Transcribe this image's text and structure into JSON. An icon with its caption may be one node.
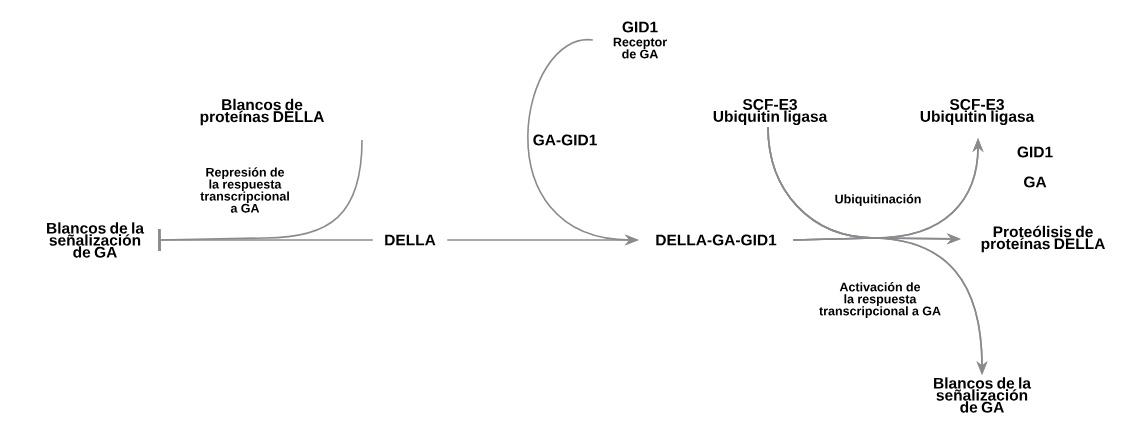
{
  "diagram": {
    "nodes": [
      {
        "text": [
          "Blancos de proteínas DELLA"
        ]
      },
      {
        "text": [
          "Blancos de la señalización de GA"
        ]
      },
      {
        "text": [
          "DELLA"
        ]
      },
      {
        "text": [
          "GID1",
          "Receptor de GA"
        ]
      },
      {
        "text": [
          "DELLA-GA-GID1"
        ]
      },
      {
        "text": [
          "SCF-E3 Ubiquitin ligasa"
        ]
      },
      {
        "text": [
          "SCF-E3 Ubiquitin ligasa"
        ]
      },
      {
        "text": [
          "Proteólisis de proteínas DELLA"
        ]
      },
      {
        "text": [
          "Blancos de la señalización de GA"
        ]
      }
    ],
    "edges": [
      {
        "from": 0,
        "to": 1,
        "arrow": "other",
        "label": "Represión de la respuesta transcripcional a GA"
      },
      {
        "from": 2,
        "to": 1,
        "arrow": "other"
      },
      {
        "from": 2,
        "to": 4,
        "arrow": "to"
      },
      {
        "from": 3,
        "to": 4,
        "arrow": "to",
        "label": "GA-GID1"
      },
      {
        "from": 4,
        "to": 6,
        "arrow": "to"
      },
      {
        "from": 4,
        "to": 7,
        "arrow": "to"
      },
      {
        "from": 4,
        "to": 8,
        "arrow": "to",
        "label": "Activación de la respuesta transcripcional a GA"
      },
      {
        "from": 5,
        "to": 6,
        "arrow": "to",
        "label": "Ubiquitinación"
      },
      {
        "from": 5,
        "to": 7,
        "arrow": "to"
      },
      {
        "from": 5,
        "to": 8,
        "arrow": "to"
      }
    ],
    "labels": [
      "GID1",
      "GA"
    ]
  }
}
